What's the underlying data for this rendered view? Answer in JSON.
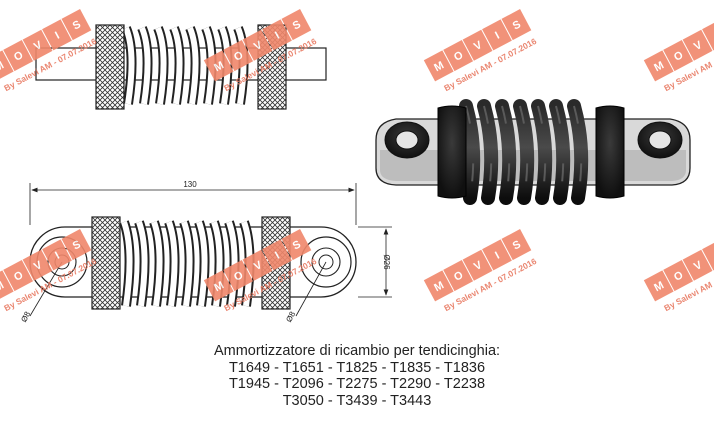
{
  "dimensions": {
    "length": "130",
    "height": "Ø26",
    "eye_left": "Ø8",
    "eye_right": "Ø8"
  },
  "watermark": {
    "brand": "MOVIS",
    "author": "By Salevi AM - 07.07.2016",
    "color": "#f0876b"
  },
  "caption": {
    "heading": "Ammortizzatore di ricambio per tendicinghia:",
    "lines": [
      "T1649 - T1651 - T1825 - T1835 - T1836",
      "T1945 - T2096 - T2275 - T2290 - T2238",
      "T3050 - T3439 - T3443"
    ]
  }
}
